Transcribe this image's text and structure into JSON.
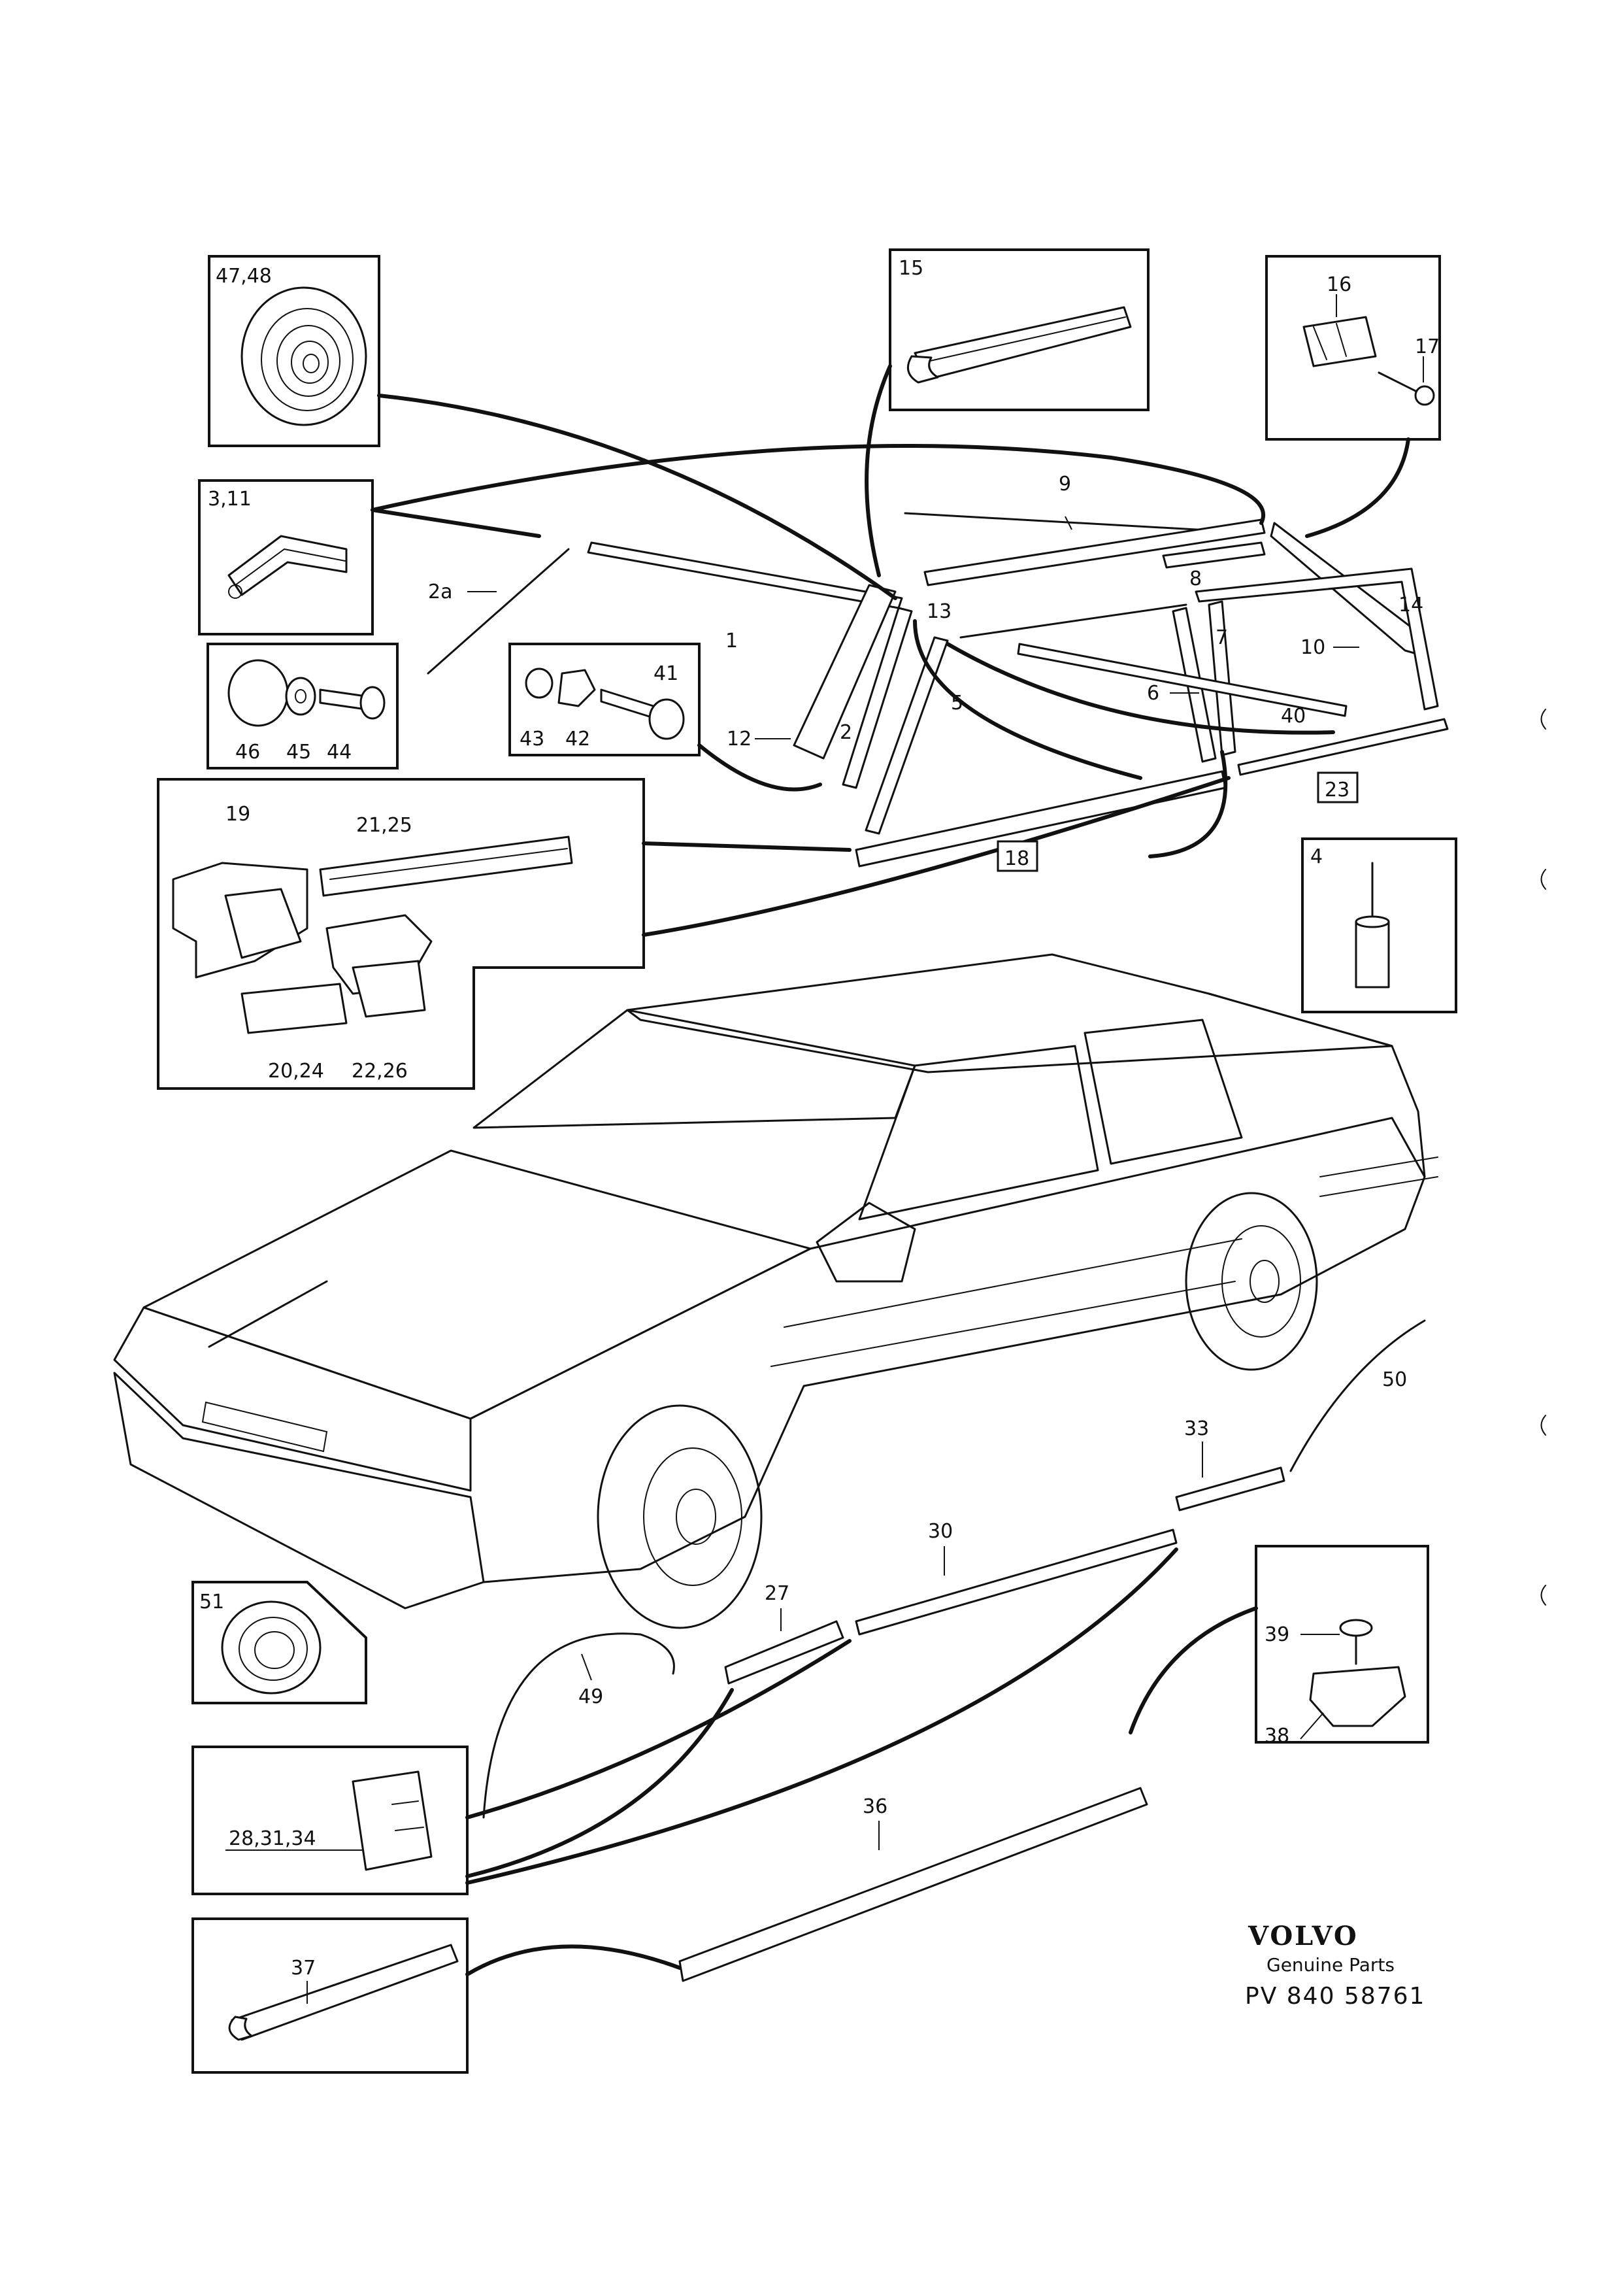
{
  "callouts": {
    "c47_48": "47,48",
    "c15": "15",
    "c16": "16",
    "c17": "17",
    "c3_11": "3,11",
    "c2a": "2a",
    "c1": "1",
    "c9": "9",
    "c13": "13",
    "c8": "8",
    "c14": "14",
    "c7": "7",
    "c10": "10",
    "c46": "46",
    "c45": "45",
    "c44": "44",
    "c43": "43",
    "c42": "42",
    "c41": "41",
    "c12": "12",
    "c2": "2",
    "c5": "5",
    "c6": "6",
    "c40": "40",
    "c23": "23",
    "c19": "19",
    "c21_25": "21,25",
    "c18": "18",
    "c4": "4",
    "c20_24": "20,24",
    "c22_26": "22,26",
    "c50": "50",
    "c33": "33",
    "c30": "30",
    "c27": "27",
    "c51": "51",
    "c49": "49",
    "c39": "39",
    "c38": "38",
    "c28_31_34": "28,31,34",
    "c36": "36",
    "c37": "37"
  },
  "footer": {
    "brand": "VOLVO",
    "tagline": "Genuine Parts",
    "reference": "PV 840 58761"
  }
}
